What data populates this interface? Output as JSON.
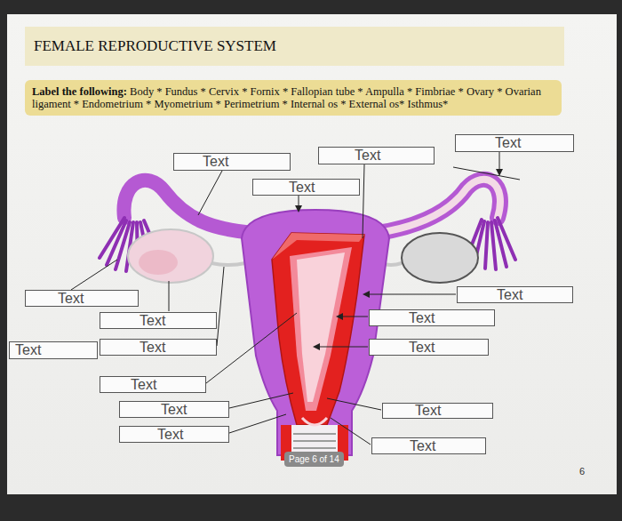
{
  "diagram": {
    "title": "FEMALE REPRODUCTIVE SYSTEM",
    "nodes": [
      {
        "text": [
          "FEMALE REPRODUCTIVE SYSTEM"
        ]
      },
      {
        "text": [
          "Label the following:",
          "Body * Fundus * Cervix * Fornix * Fallopian tube * Ampulla * Fimbriae * Ovary * Ovarian ligament * Endometrium * Myometrium * Perimetrium * Internal os * External os* Isthmus*"
        ]
      },
      {
        "text": [
          "Text"
        ]
      },
      {
        "text": [
          "Text"
        ]
      },
      {
        "text": [
          "Text"
        ]
      },
      {
        "text": [
          "Text"
        ]
      },
      {
        "text": [
          "Text"
        ]
      },
      {
        "text": [
          "Text"
        ]
      },
      {
        "text": [
          "Text"
        ]
      },
      {
        "text": [
          "Text"
        ]
      },
      {
        "text": [
          "Text"
        ]
      },
      {
        "text": [
          "Text"
        ]
      },
      {
        "text": [
          "Text"
        ]
      },
      {
        "text": [
          "Text"
        ]
      },
      {
        "text": [
          "Text"
        ]
      },
      {
        "text": [
          "Text"
        ]
      },
      {
        "text": [
          "Text"
        ]
      },
      {
        "text": [
          "Text"
        ]
      }
    ],
    "labels": [
      "Page 6 of 14",
      "6"
    ]
  }
}
